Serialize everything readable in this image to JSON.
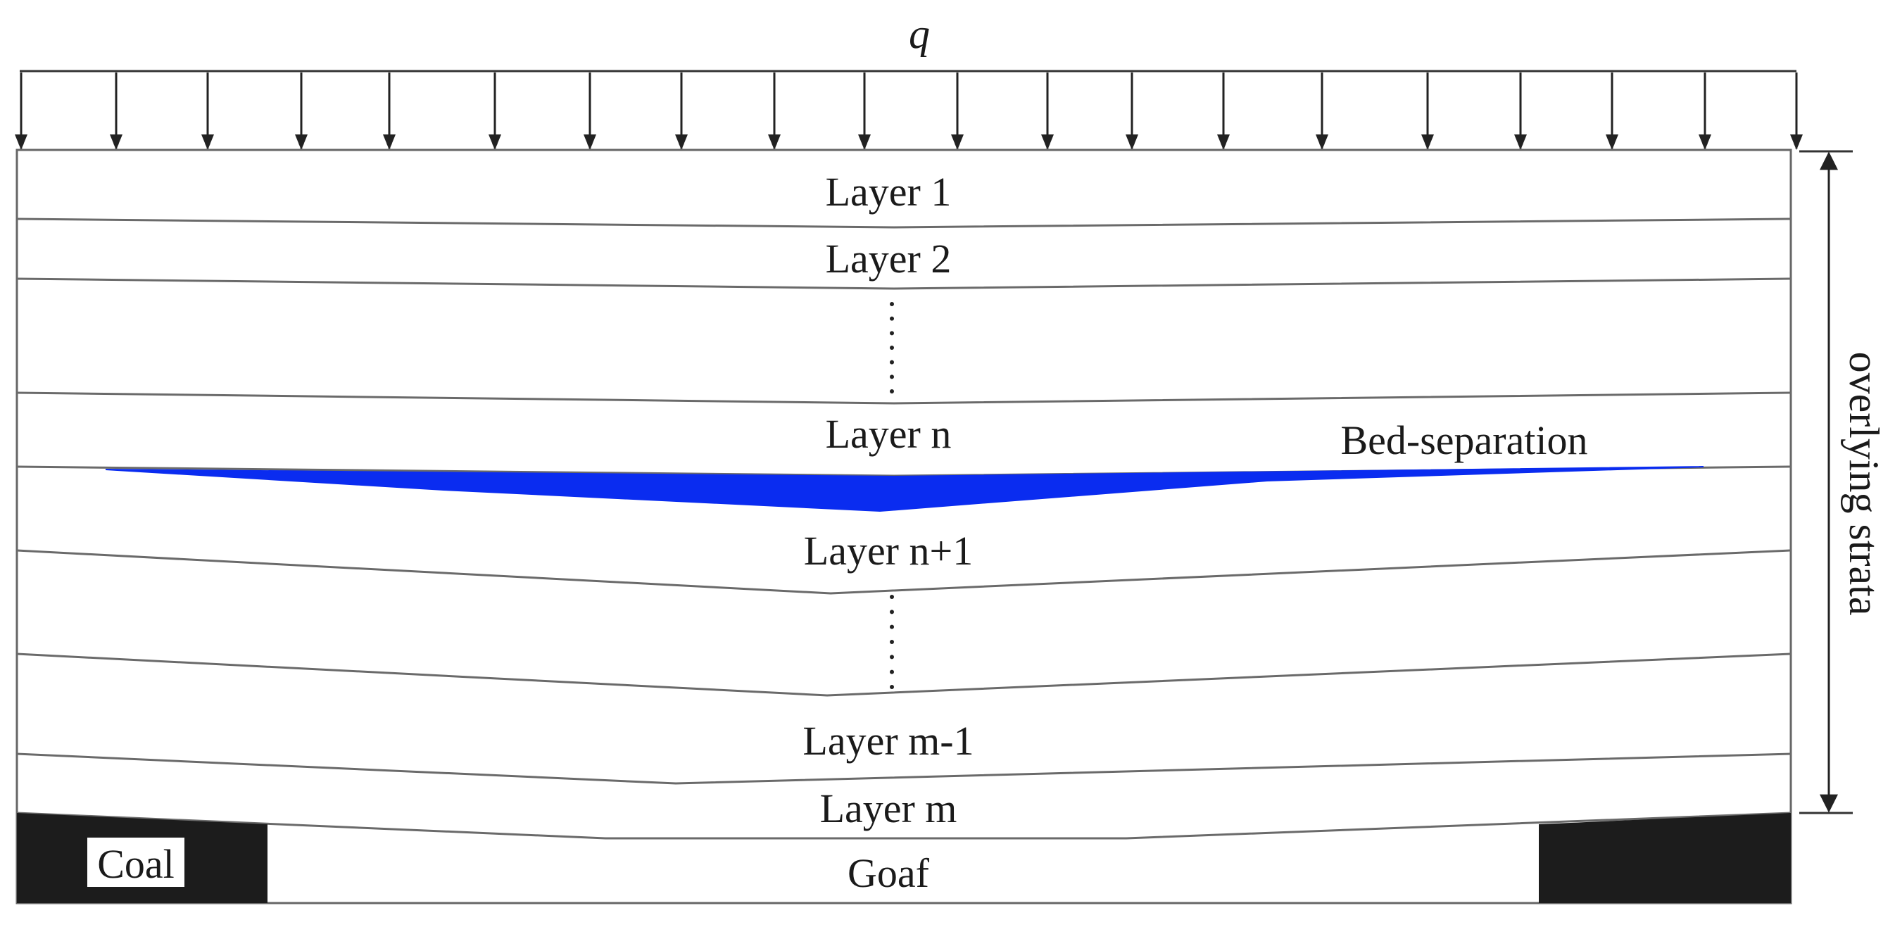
{
  "load_label": "q",
  "layers": {
    "layer_1": "Layer 1",
    "layer_2": "Layer 2",
    "layer_n": "Layer n",
    "layer_n_plus_1": "Layer n+1",
    "layer_m_minus_1": "Layer m-1",
    "layer_m": "Layer m"
  },
  "bed_separation_label": "Bed-separation",
  "coal_label": "Coal",
  "goaf_label": "Goaf",
  "overlying_label": "overlying strata",
  "colors": {
    "bed_separation": "#0a2cf0",
    "coal": "#1c1c1c",
    "line": "#555555"
  }
}
